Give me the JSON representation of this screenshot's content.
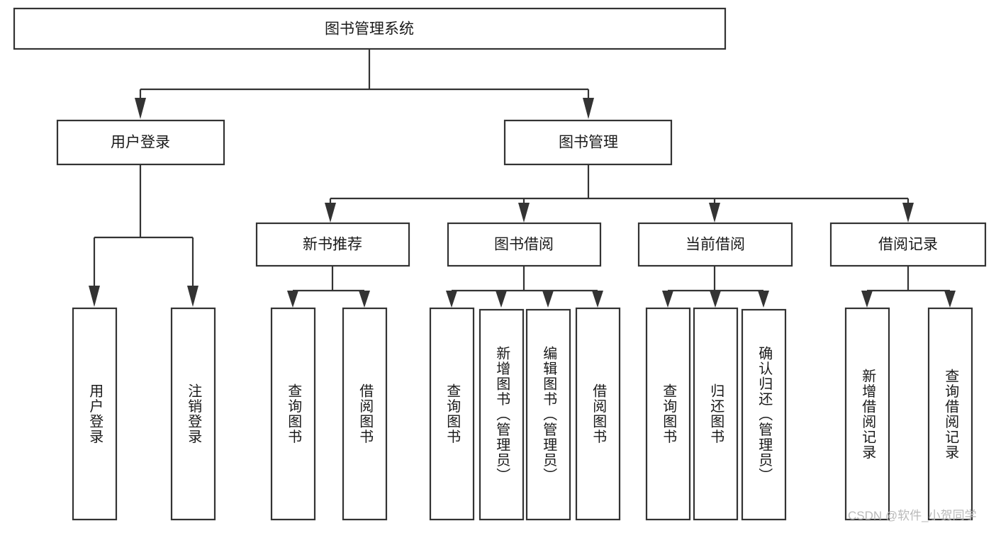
{
  "diagram": {
    "type": "tree",
    "title": "图书管理系统",
    "root": {
      "id": "root",
      "label": "图书管理系统",
      "orientation": "horizontal"
    },
    "level2": [
      {
        "id": "user-login",
        "label": "用户登录",
        "orientation": "horizontal"
      },
      {
        "id": "book-manage",
        "label": "图书管理",
        "orientation": "horizontal"
      }
    ],
    "level3": [
      {
        "id": "new-book-recommend",
        "label": "新书推荐",
        "orientation": "horizontal",
        "parent": "book-manage"
      },
      {
        "id": "book-borrow",
        "label": "图书借阅",
        "orientation": "horizontal",
        "parent": "book-manage"
      },
      {
        "id": "current-borrow",
        "label": "当前借阅",
        "orientation": "horizontal",
        "parent": "book-manage"
      },
      {
        "id": "borrow-record",
        "label": "借阅记录",
        "orientation": "horizontal",
        "parent": "book-manage"
      }
    ],
    "leaves": [
      {
        "id": "leaf-user-login",
        "label": "用户登录",
        "orientation": "vertical",
        "parent": "user-login"
      },
      {
        "id": "leaf-user-logout",
        "label": "注销登录",
        "orientation": "vertical",
        "parent": "user-login"
      },
      {
        "id": "leaf-query-book-1",
        "label": "查询图书",
        "orientation": "vertical",
        "parent": "new-book-recommend"
      },
      {
        "id": "leaf-borrow-book-1",
        "label": "借阅图书",
        "orientation": "vertical",
        "parent": "new-book-recommend"
      },
      {
        "id": "leaf-query-book-2",
        "label": "查询图书",
        "orientation": "vertical",
        "parent": "book-borrow"
      },
      {
        "id": "leaf-add-book",
        "label": "新增图书（管理员）",
        "orientation": "vertical",
        "parent": "book-borrow"
      },
      {
        "id": "leaf-edit-book",
        "label": "编辑图书（管理员）",
        "orientation": "vertical",
        "parent": "book-borrow"
      },
      {
        "id": "leaf-borrow-book-2",
        "label": "借阅图书",
        "orientation": "vertical",
        "parent": "book-borrow"
      },
      {
        "id": "leaf-query-book-3",
        "label": "查询图书",
        "orientation": "vertical",
        "parent": "current-borrow"
      },
      {
        "id": "leaf-return-book",
        "label": "归还图书",
        "orientation": "vertical",
        "parent": "current-borrow"
      },
      {
        "id": "leaf-confirm-return",
        "label": "确认归还（管理员）",
        "orientation": "vertical",
        "parent": "current-borrow"
      },
      {
        "id": "leaf-add-record",
        "label": "新增借阅记录",
        "orientation": "vertical",
        "parent": "borrow-record"
      },
      {
        "id": "leaf-query-record",
        "label": "查询借阅记录",
        "orientation": "vertical",
        "parent": "borrow-record"
      }
    ],
    "colors": {
      "stroke": "#333333",
      "fill": "#ffffff",
      "text": "#1a1a1a",
      "watermark": "#b9b9b9"
    }
  },
  "watermark": {
    "text": "CSDN @软件_小贺同学"
  }
}
